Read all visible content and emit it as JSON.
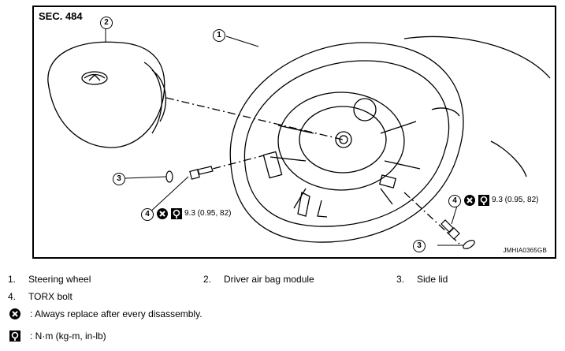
{
  "section": "SEC. 484",
  "figure_code": "JMHIA0365GB",
  "callouts": {
    "c1": "1",
    "c2": "2",
    "c3a": "3",
    "c3b": "3",
    "c4a": "4",
    "c4b": "4"
  },
  "torque": {
    "left": "9.3 (0.95, 82)",
    "right": "9.3 (0.95, 82)"
  },
  "legend": [
    {
      "num": "1.",
      "label": "Steering wheel"
    },
    {
      "num": "2.",
      "label": "Driver air bag module"
    },
    {
      "num": "3.",
      "label": "Side lid"
    },
    {
      "num": "4.",
      "label": "TORX bolt"
    }
  ],
  "notes": {
    "replace": ": Always replace after every disassembly.",
    "torque_unit": ": N·m (kg-m, in-lb)"
  },
  "icons": {
    "replace": "replace-x-icon",
    "torque": "torque-wrench-icon"
  }
}
